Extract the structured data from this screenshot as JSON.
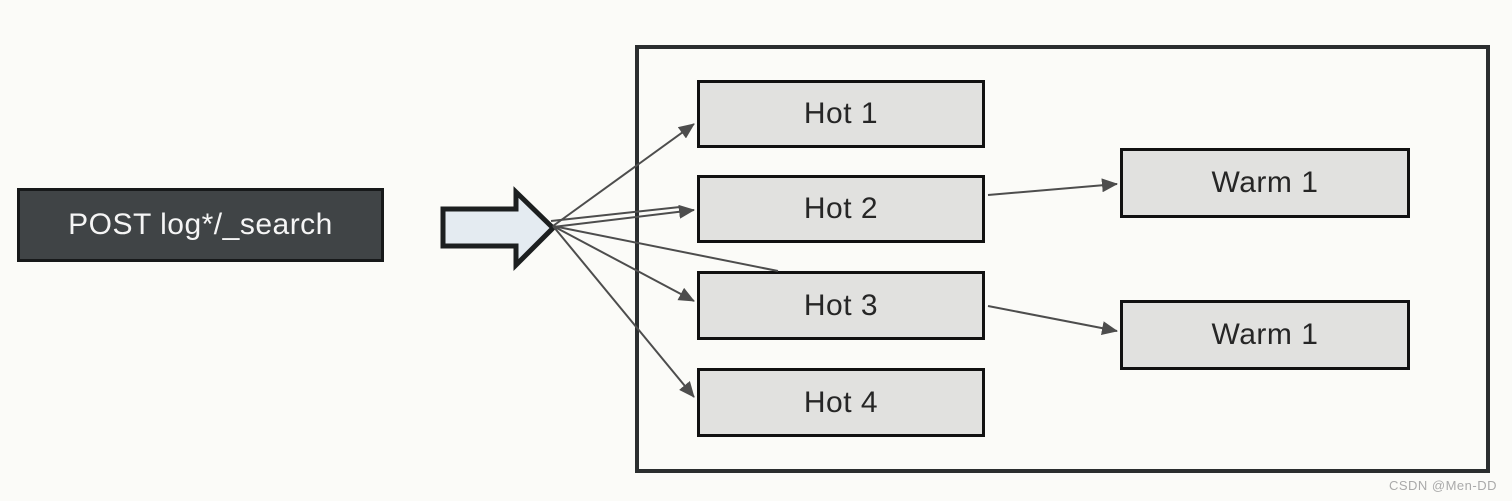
{
  "diagram": {
    "request": {
      "label": "POST log*/_search"
    },
    "cluster": {
      "hot_nodes": [
        {
          "label": "Hot 1"
        },
        {
          "label": "Hot 2"
        },
        {
          "label": "Hot 3"
        },
        {
          "label": "Hot 4"
        }
      ],
      "warm_nodes": [
        {
          "label": "Warm 1"
        },
        {
          "label": "Warm 1"
        }
      ]
    },
    "edges": [
      {
        "from": "request",
        "to": "Hot 1"
      },
      {
        "from": "request",
        "to": "Hot 2"
      },
      {
        "from": "request",
        "to": "Hot 3"
      },
      {
        "from": "request",
        "to": "Hot 4"
      },
      {
        "from": "Hot 2",
        "to": "Warm 1 (upper)"
      },
      {
        "from": "Hot 3",
        "to": "Warm 1 (lower)"
      }
    ],
    "colors": {
      "background": "#fbfbf8",
      "request_fill": "#404446",
      "request_text": "#f5f5f5",
      "node_fill": "#e1e1df",
      "node_border": "#111111",
      "cluster_border": "#2b2e2f",
      "block_arrow_fill": "#e4ebf1",
      "edge_stroke": "#4d4d4d",
      "watermark_text": "#aaaaaa"
    },
    "watermark": "CSDN @Men-DD"
  }
}
